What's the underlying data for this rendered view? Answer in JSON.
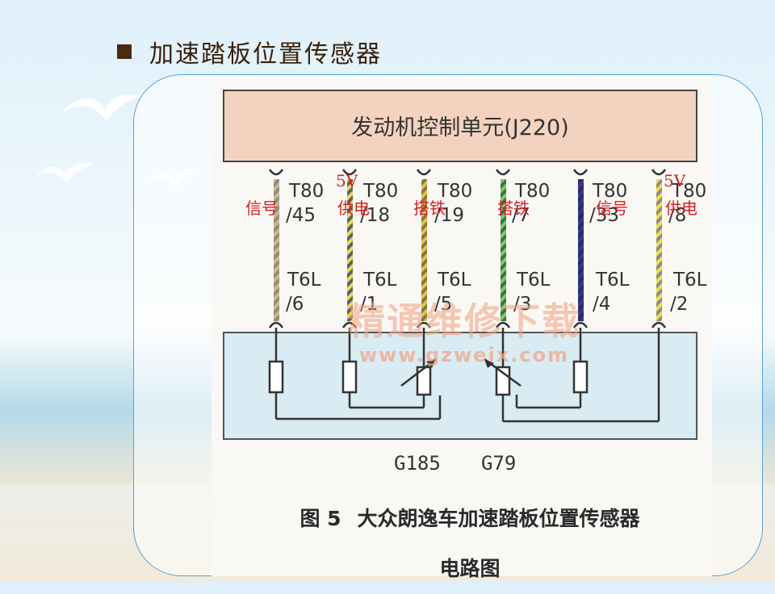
{
  "slide": {
    "title": "加速踏板位置传感器"
  },
  "diagram": {
    "ecu_label": "发动机控制单元(J220)",
    "pins": [
      {
        "t80": "T80",
        "t80_pin": "/45",
        "t6l": "T6L",
        "t6l_pin": "/6",
        "note": "信号",
        "note_top": "",
        "wire": [
          "#9a8a70",
          "#c7b89a"
        ]
      },
      {
        "t80": "T80",
        "t80_pin": "/18",
        "t6l": "T6L",
        "t6l_pin": "/1",
        "note": "供电",
        "note_top": "5V",
        "wire": [
          "#e8dc50",
          "#5c5f6a"
        ]
      },
      {
        "t80": "T80",
        "t80_pin": "/19",
        "t6l": "T6L",
        "t6l_pin": "/5",
        "note": "搭铁",
        "note_top": "",
        "wire": [
          "#e0c840",
          "#8a7050"
        ]
      },
      {
        "t80": "T80",
        "t80_pin": "/7",
        "t6l": "T6L",
        "t6l_pin": "/3",
        "note": "搭铁",
        "note_top": "",
        "wire": [
          "#2e7a3a",
          "#8cc070"
        ]
      },
      {
        "t80": "T80",
        "t80_pin": "/33",
        "t6l": "T6L",
        "t6l_pin": "/4",
        "note": "信号",
        "note_top": "",
        "wire": [
          "#2a2a6a",
          "#3a3a80"
        ]
      },
      {
        "t80": "T80",
        "t80_pin": "/8",
        "t6l": "T6L",
        "t6l_pin": "/2",
        "note": "供电",
        "note_top": "5V",
        "wire": [
          "#f0e040",
          "#8a8a90"
        ]
      }
    ],
    "sensor_labels": [
      "G185",
      "G79"
    ],
    "watermark_cn": "精通维修下载",
    "watermark_url": "www.gzweix.com",
    "caption_no": "图 5",
    "caption_line1": "大众朗逸车加速踏板位置传感器",
    "caption_line2": "电路图",
    "colors": {
      "ecu_fill": "#f3d3c0",
      "sensor_fill": "#d9ebf3",
      "annotation_red": "#d62020",
      "watermark": "#f0a888"
    }
  }
}
